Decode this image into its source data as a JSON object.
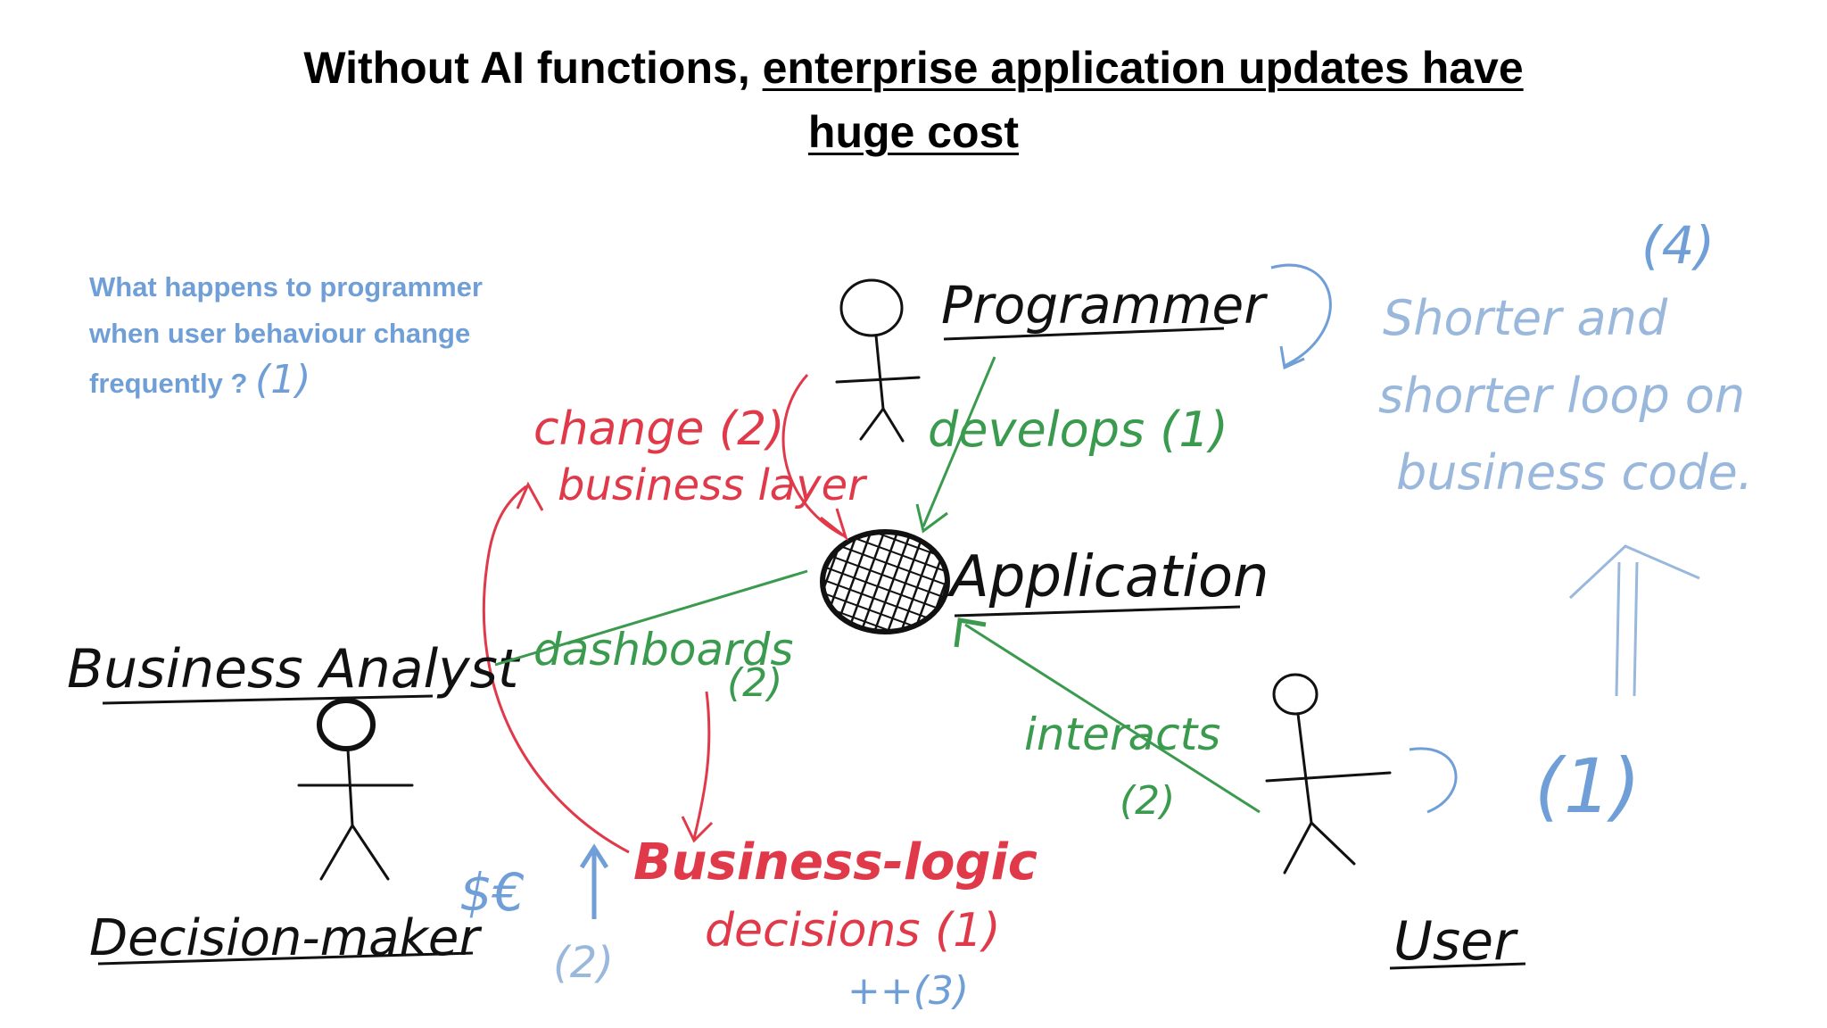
{
  "title": {
    "part1": "Without AI functions",
    "part2": ", ",
    "part3": "enterprise application updates have",
    "part4": "huge cost"
  },
  "question": {
    "line1": "What happens to programmer",
    "line2": "when user behaviour change",
    "line3": "frequently ?",
    "step": "(1)"
  },
  "labels": {
    "programmer": "Programmer",
    "develops": "develops (1)",
    "application": "Application",
    "change_line1": "change (2)",
    "change_line2": "business layer",
    "business_analyst": "Business Analyst",
    "dashboards": "dashboards",
    "dashboards_step": "(2)",
    "interacts": "interacts",
    "interacts_step": "(2)",
    "business_logic": "Business-logic",
    "decisions": "decisions (1)",
    "plusplus": "++(3)",
    "money": "$€",
    "money_step": "(2)",
    "decision_maker": "Decision-maker",
    "user": "User",
    "loop_step": "(4)",
    "loop_line1": "Shorter and",
    "loop_line2": "shorter loop on",
    "loop_line3": "business code.",
    "user_step": "(1)"
  },
  "colors": {
    "ink": "#111111",
    "red": "#e03a4a",
    "green": "#3a9a4e",
    "blue": "#6f9fd6",
    "light_blue": "#9ab8dc"
  }
}
